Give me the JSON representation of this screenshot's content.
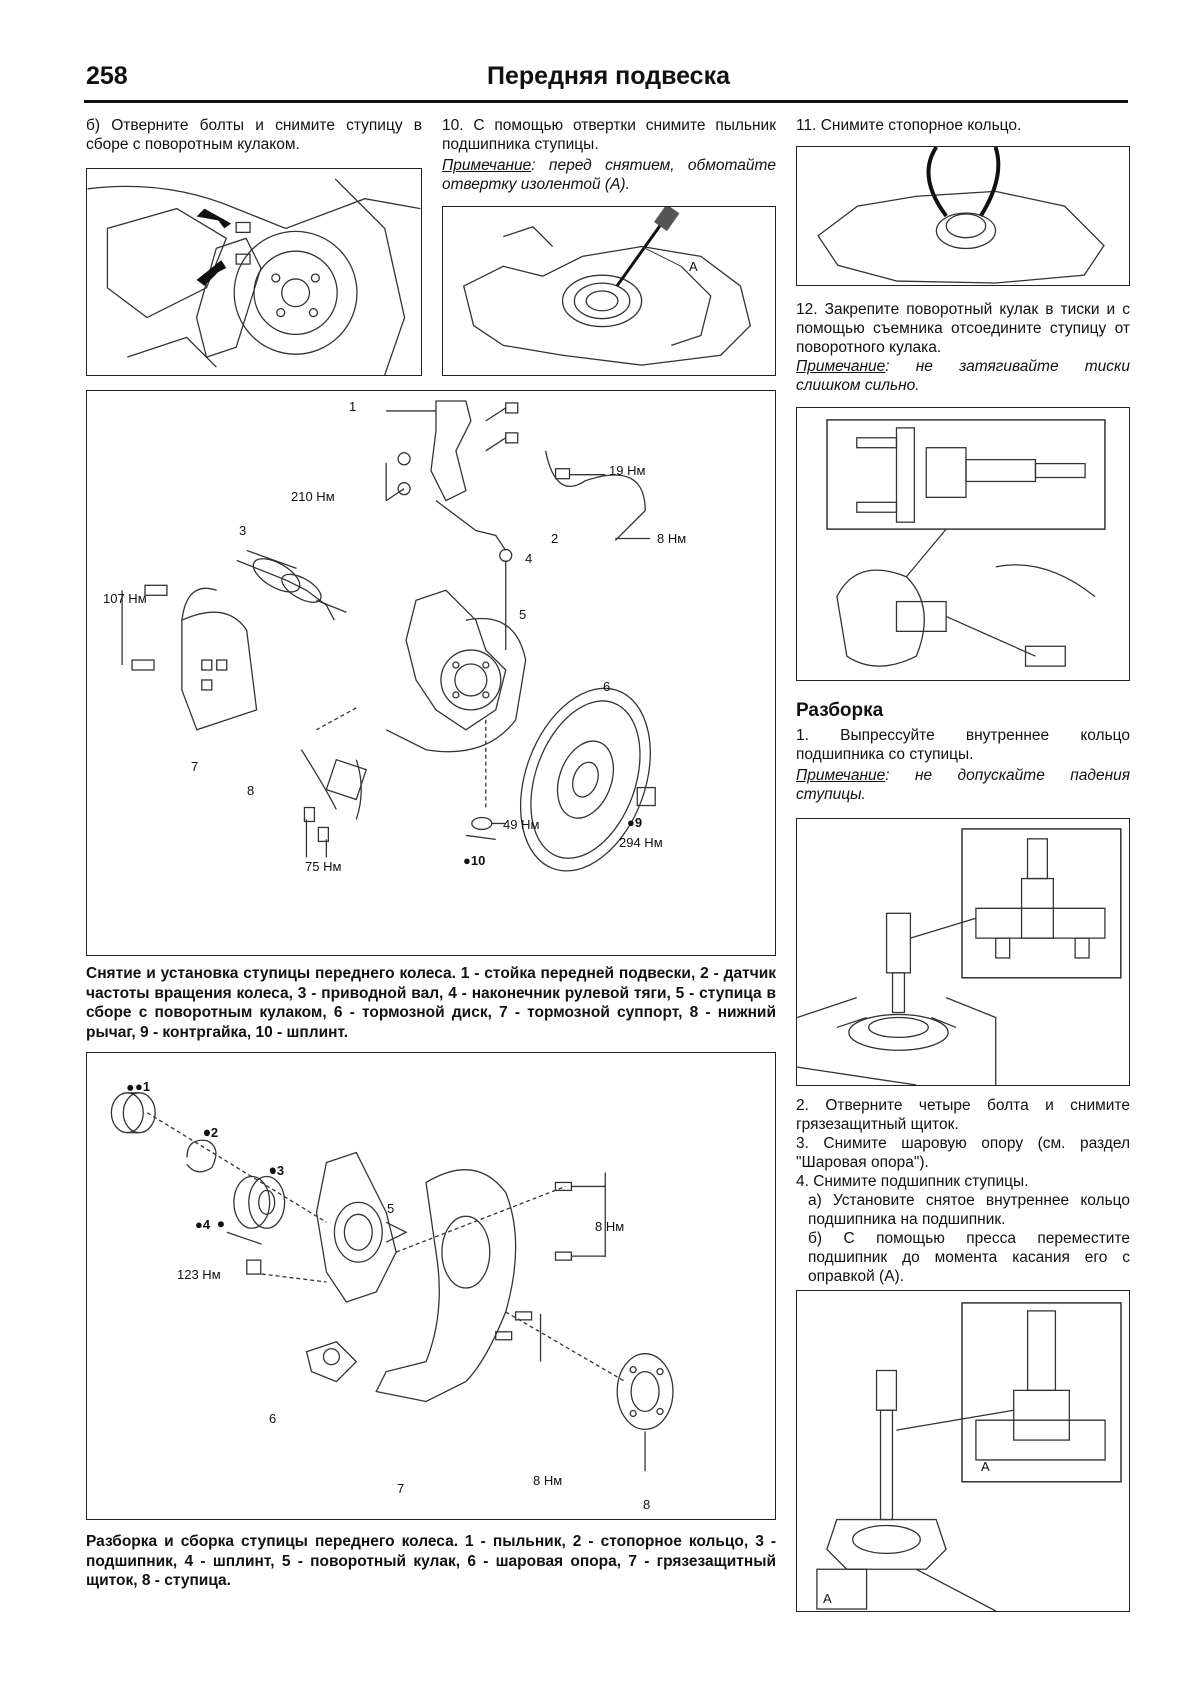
{
  "header": {
    "page_number": "258",
    "section_title": "Передняя подвеска"
  },
  "col1": {
    "step_b": "б) Отверните болты и снимите ступицу в сборе с поворотным кулаком."
  },
  "col2": {
    "step10": "10. С помощью отвертки снимите пыльник подшипника ступицы.",
    "note_label": "Примечание",
    "note_text": ": перед снятием, обмотайте отвертку изолентой (А).",
    "fig_label_a": "A"
  },
  "col3": {
    "step11": "11. Снимите стопорное кольцо.",
    "step12": "12. Закрепите поворотный кулак в тиски и с помощью съемника отсоедините ступицу от поворотного кулака.",
    "note12_label": "Примечание",
    "note12_text": ": не затягивайте тиски слишком сильно.",
    "heading": "Разборка",
    "step1": "1. Выпрессуйте внутреннее кольцо подшипника со ступицы.",
    "note1_label": "Примечание",
    "note1_text": ": не допускайте падения ступицы.",
    "step2": "2. Отверните четыре болта и снимите грязезащитный щиток.",
    "step3": "3. Снимите шаровую опору (см. раздел \"Шаровая опора\").",
    "step4": "4. Снимите подшипник ступицы.",
    "step4a": "а) Установите снятое внутреннее кольцо подшипника на подшипник.",
    "step4b": "б) С помощью пресса переместите подшипник до момента касания его с оправкой (А).",
    "fig_label_a1": "A",
    "fig_label_a2": "A"
  },
  "diagram1": {
    "labels": {
      "n1": "1",
      "n2": "2",
      "n3": "3",
      "n4": "4",
      "n5": "5",
      "n6": "6",
      "n7": "7",
      "n8": "8",
      "n9": "●9",
      "n10": "●10",
      "t210": "210 Нм",
      "t19": "19 Нм",
      "t8": "8 Нм",
      "t107": "107 Нм",
      "t49": "49 Нм",
      "t294": "294 Нм",
      "t75": "75 Нм"
    },
    "caption": "Снятие и установка ступицы переднего колеса. 1 - стойка передней подвески, 2 - датчик частоты вращения колеса, 3 - приводной вал, 4 - наконечник рулевой тяги, 5 - ступица в сборе с поворотным кулаком, 6 - тормозной диск, 7 - тормозной суппорт, 8 - нижний рычаг, 9 - контргайка, 10 - шплинт."
  },
  "diagram2": {
    "labels": {
      "n1": "●1",
      "n2": "●2",
      "n3": "●3",
      "n4": "●4",
      "n5": "5",
      "n6": "6",
      "n7": "7",
      "n8": "8",
      "t8a": "8 Нм",
      "t123": "123 Нм",
      "t8b": "8 Нм"
    },
    "caption": "Разборка и сборка ступицы переднего колеса. 1 - пыльник, 2 - стопорное кольцо, 3 - подшипник, 4 - шплинт, 5 - поворотный кулак, 6 - шаровая опора, 7 - грязезащитный щиток, 8 - ступица."
  }
}
